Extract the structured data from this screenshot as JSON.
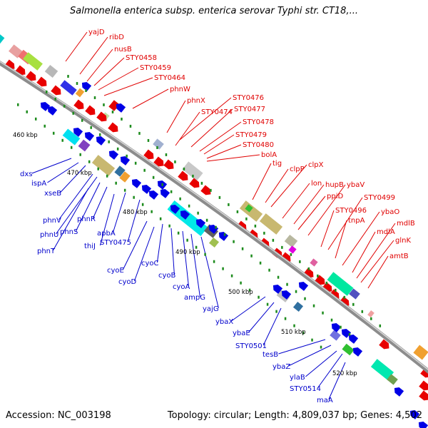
{
  "title": "Salmonella enterica subsp. enterica serovar Typhi str. CT18,...",
  "footer": {
    "accession": "Accession: NC_003198",
    "summary": "Topology: circular; Length: 4,809,037 bp; Genes: 4,502"
  },
  "colors": {
    "forward_strand": "#e80000",
    "reverse_strand": "#0000e6",
    "backbone": "#8c8c8c",
    "tick": "#1e8c1e",
    "label_top": "#e00000",
    "label_bottom": "#0000cc"
  },
  "kbp_ticks": [
    "460 kbp",
    "470 kbp",
    "480 kbp",
    "490 kbp",
    "500 kbp",
    "510 kbp",
    "520 kbp"
  ],
  "top_genes": [
    "yajD",
    "ribD",
    "nusB",
    "STY0458",
    "STY0459",
    "STY0464",
    "phnW",
    "phnX",
    "STY0474",
    "STY0476",
    "STY0477",
    "STY0478",
    "STY0479",
    "STY0480",
    "bolA",
    "tig",
    "clpP",
    "clpX",
    "lon",
    "hupB",
    "ppiD",
    "ybaV",
    "STY0496",
    "STY0499",
    "tnpA",
    "ybaO",
    "mdlA",
    "mdlB",
    "glnK",
    "amtB"
  ],
  "bottom_genes": [
    "dxs",
    "ispA",
    "xseB",
    "phnV",
    "phnU",
    "phnS",
    "phnR",
    "phnT",
    "apbA",
    "thiJ",
    "STY0475",
    "cyoE",
    "cyoC",
    "cyoD",
    "cyoB",
    "cyoA",
    "ampG",
    "yajG",
    "ybaX",
    "ybaE",
    "STY0501",
    "tesB",
    "ybaZ",
    "ylaB",
    "STY0514",
    "maA"
  ]
}
